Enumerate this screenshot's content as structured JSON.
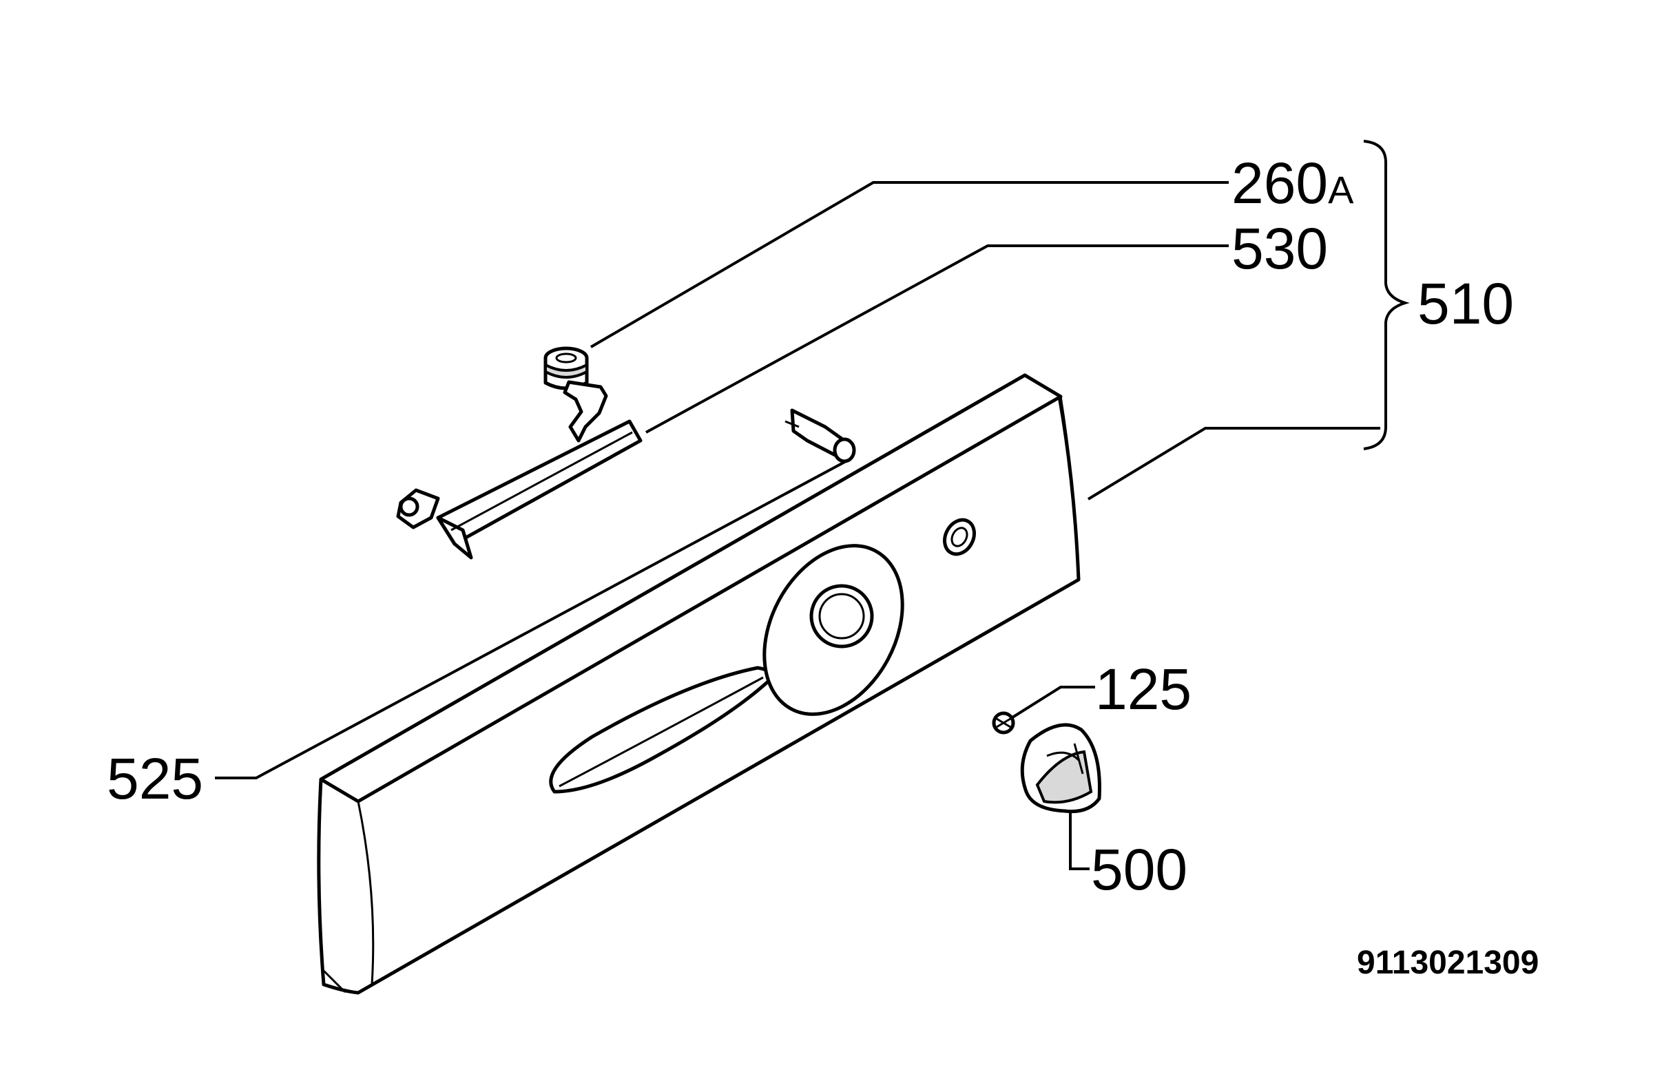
{
  "diagram": {
    "callouts": {
      "c260": {
        "main": "260",
        "suffix": "A"
      },
      "c530": "530",
      "c510": "510",
      "c125": "125",
      "c525": "525",
      "c500": "500"
    },
    "document_number": "9113021309"
  }
}
